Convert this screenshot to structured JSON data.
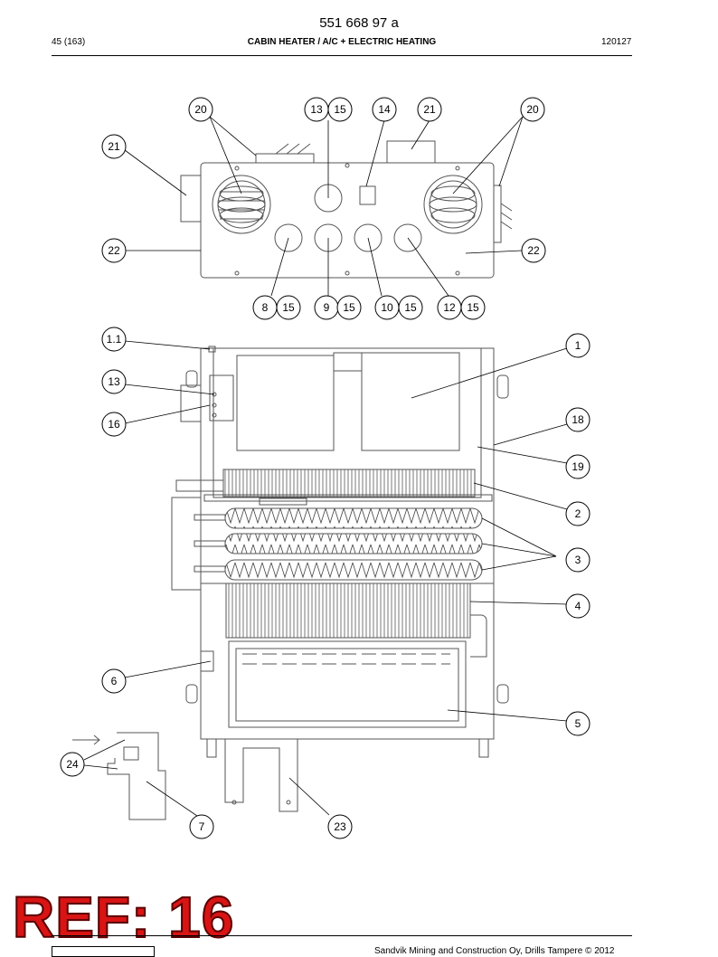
{
  "header": {
    "doc_number": "551 668 97 a",
    "page": "45 (163)",
    "section_title": "CABIN HEATER / A/C + ELECTRIC HEATING",
    "date_code": "120127"
  },
  "callouts": {
    "b20a": "20",
    "b13a": "13",
    "b15a": "15",
    "b14": "14",
    "b21a": "21",
    "b20b": "20",
    "b21b": "21",
    "b22a": "22",
    "b22b": "22",
    "b8": "8",
    "b15b": "15",
    "b9": "9",
    "b15c": "15",
    "b10": "10",
    "b15d": "15",
    "b12": "12",
    "b15e": "15",
    "b1_1": "1.1",
    "b1": "1",
    "b13b": "13",
    "b16": "16",
    "b18": "18",
    "b19": "19",
    "b2": "2",
    "b3": "3",
    "b4": "4",
    "b6": "6",
    "b5": "5",
    "b24": "24",
    "b7": "7",
    "b23": "23"
  },
  "stamp": {
    "text": "REF: 16",
    "color": "#d81414"
  },
  "footer": {
    "copyright": "Sandvik Mining and Construction Oy, Drills Tampere © 2012"
  }
}
